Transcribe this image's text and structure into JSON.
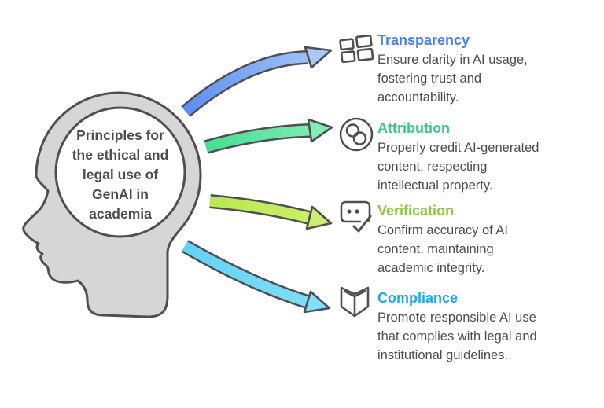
{
  "figure": {
    "type": "mind-map-infographic",
    "head": {
      "label_lines": [
        "Principles for",
        "the ethical and",
        "legal use of",
        "GenAI in",
        "academia"
      ],
      "full_label": "Principles for the ethical and legal use of GenAI in academia",
      "fill_color": "#d6d6d6",
      "outline_color": "#4f4f4f"
    },
    "items": [
      {
        "title": "Transparency",
        "title_color": "#4a80e8",
        "arrow_color": "#5d8df3",
        "icon": "grid-windows-icon",
        "desc_lines": [
          "Ensure clarity in AI usage,",
          "fostering trust and",
          "accountability."
        ]
      },
      {
        "title": "Attribution",
        "title_color": "#38c888",
        "arrow_color": "#47dd95",
        "icon": "linked-rings-icon",
        "desc_lines": [
          "Properly credit AI-generated",
          "content, respecting",
          "intellectual property."
        ]
      },
      {
        "title": "Verification",
        "title_color": "#8dc63f",
        "arrow_color": "#bae84e",
        "icon": "chat-check-icon",
        "desc_lines": [
          "Confirm accuracy of AI",
          "content, maintaining",
          "academic integrity."
        ]
      },
      {
        "title": "Compliance",
        "title_color": "#1ba9e2",
        "arrow_color": "#62d3f6",
        "icon": "open-book-icon",
        "desc_lines": [
          "Promote responsible AI use",
          "that complies with legal and",
          "institutional guidelines."
        ]
      }
    ]
  }
}
